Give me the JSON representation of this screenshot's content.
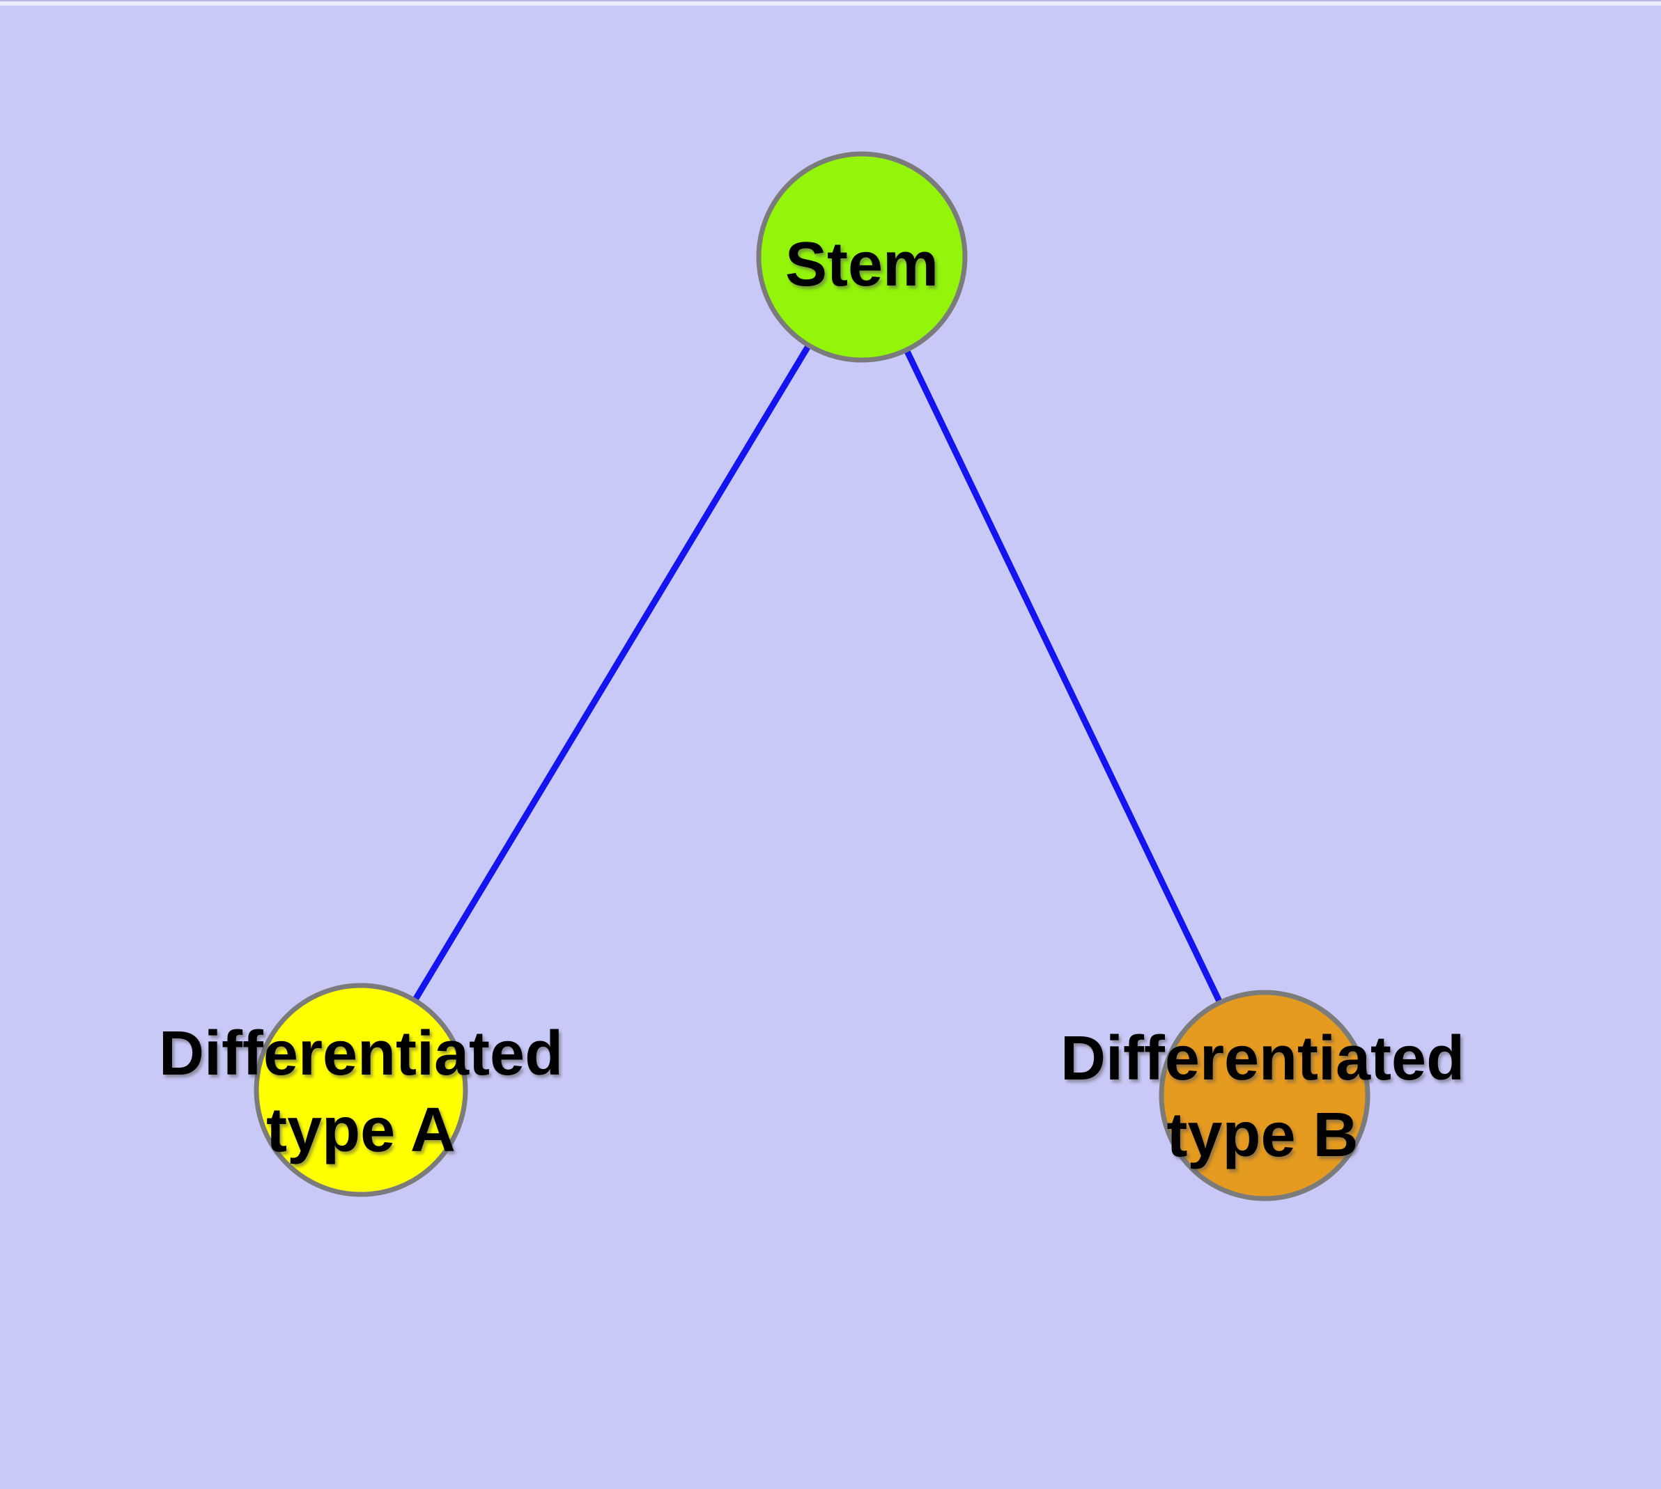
{
  "diagram": {
    "background_color": "#C9C9F8",
    "top_strip_color": "#ECECFC",
    "edge_color": "#1414F0",
    "node_border_color": "#7B7B7B",
    "text_color": "#000000",
    "nodes": [
      {
        "id": "stem",
        "label": "Stem",
        "color": "#92F50A"
      },
      {
        "id": "differentiated-type-a",
        "label_line1": "Differentiated",
        "label_line2": "type A",
        "color": "#FFFF00"
      },
      {
        "id": "differentiated-type-b",
        "label_line1": "Differentiated",
        "label_line2": "type B",
        "color": "#E59A20"
      }
    ],
    "edges": [
      {
        "from": "Stem",
        "to": "Differentiated type A"
      },
      {
        "from": "Stem",
        "to": "Differentiated type B"
      }
    ]
  }
}
